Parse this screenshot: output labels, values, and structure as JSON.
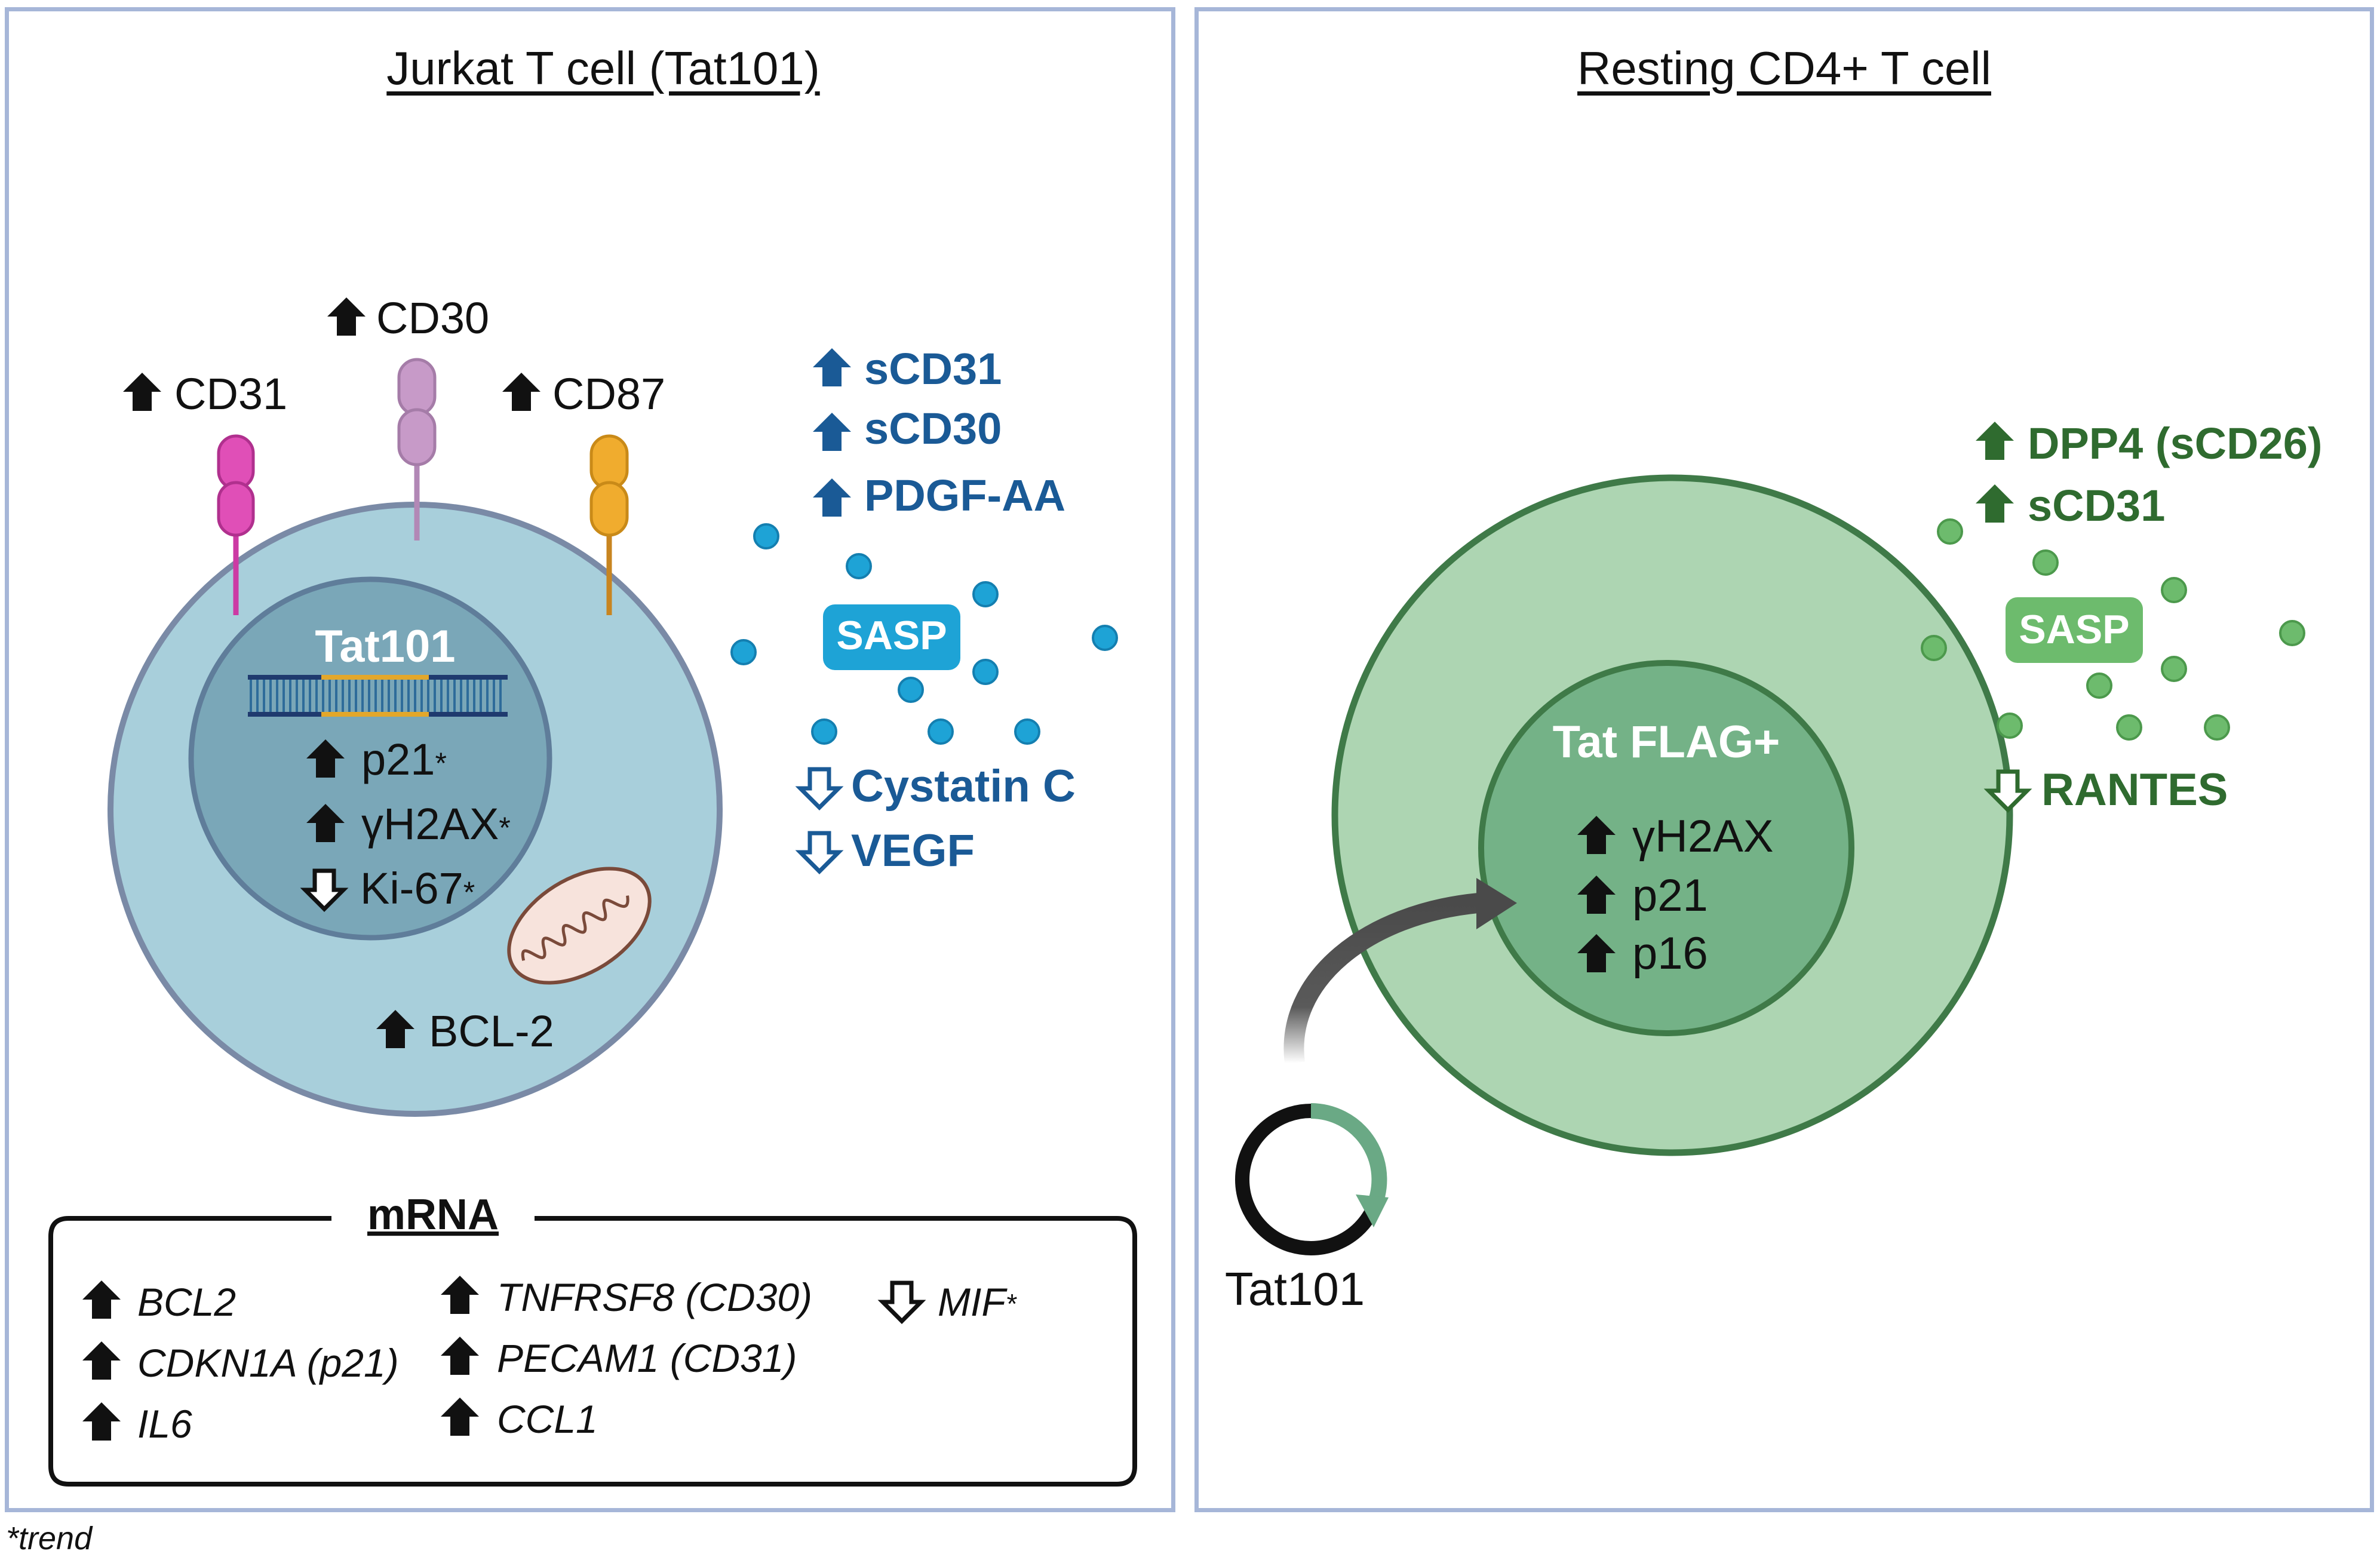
{
  "left_panel": {
    "title": "Jurkat T cell (Tat101)",
    "membrane": [
      "CD31",
      "CD30",
      "CD87"
    ],
    "nucleus_label": "Tat101",
    "nucleus_markers": [
      {
        "dir": "up",
        "text": "p21",
        "star": "*"
      },
      {
        "dir": "up",
        "text": "γH2AX",
        "star": "*"
      },
      {
        "dir": "down",
        "text": "Ki-67",
        "star": "*"
      }
    ],
    "cytoplasm_marker": "BCL-2",
    "secreted_up": [
      "sCD31",
      "sCD30",
      "PDGF-AA"
    ],
    "sasp": "SASP",
    "secreted_down": [
      "Cystatin C",
      "VEGF"
    ],
    "mrna_title": "mRNA",
    "mrna_col1": [
      "BCL2",
      "CDKN1A (p21)",
      "IL6"
    ],
    "mrna_col2": [
      "TNFRSF8 (CD30)",
      "PECAM1 (CD31)",
      "CCL1"
    ],
    "mrna_col3_text": "MIF",
    "mrna_col3_star": "*"
  },
  "right_panel": {
    "title": "Resting CD4+ T cell",
    "nucleus_label": "Tat FLAG+",
    "nucleus_markers": [
      "γH2AX",
      "p21",
      "p16"
    ],
    "secreted_up": [
      "DPP4 (sCD26)",
      "sCD31"
    ],
    "sasp": "SASP",
    "secreted_down": "RANTES",
    "plasmid_label": "Tat101"
  },
  "footnote": "*trend",
  "colors": {
    "left_blue": "#1a5a96",
    "right_green": "#2f6b2f",
    "cell_blue": "#a8cfdb",
    "nucleus_blue": "#7aa7b8",
    "cell_green": "#add5b2",
    "nucleus_green": "#74b287",
    "sasp_blue": "#1ea3d6",
    "sasp_green": "#6dbb6d",
    "cd31": "#e04fb7",
    "cd30": "#c79ac8",
    "cd87": "#f0ac2e"
  }
}
